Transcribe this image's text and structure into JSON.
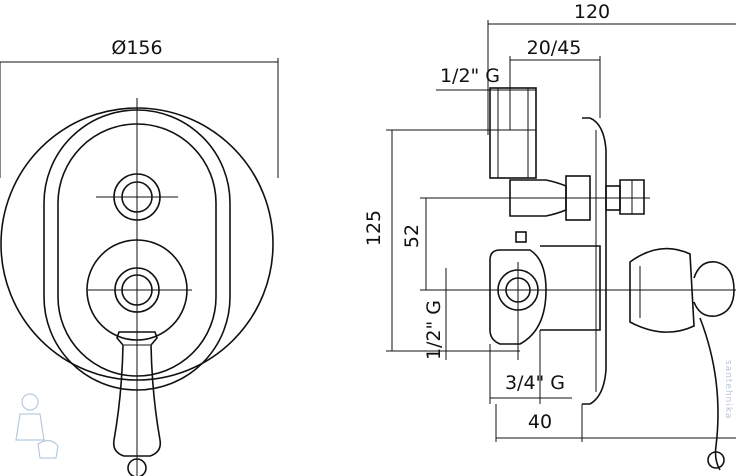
{
  "dimensions": {
    "diameter": "Ø156",
    "depth_total": "120",
    "depth_range": "20/45",
    "inlet_top": "1/2\" G",
    "height_total": "125",
    "axis_distance": "52",
    "inlet_left": "1/2\" G",
    "outlet": "3/4\" G",
    "bottom_width": "40"
  },
  "watermark": "santehnika"
}
